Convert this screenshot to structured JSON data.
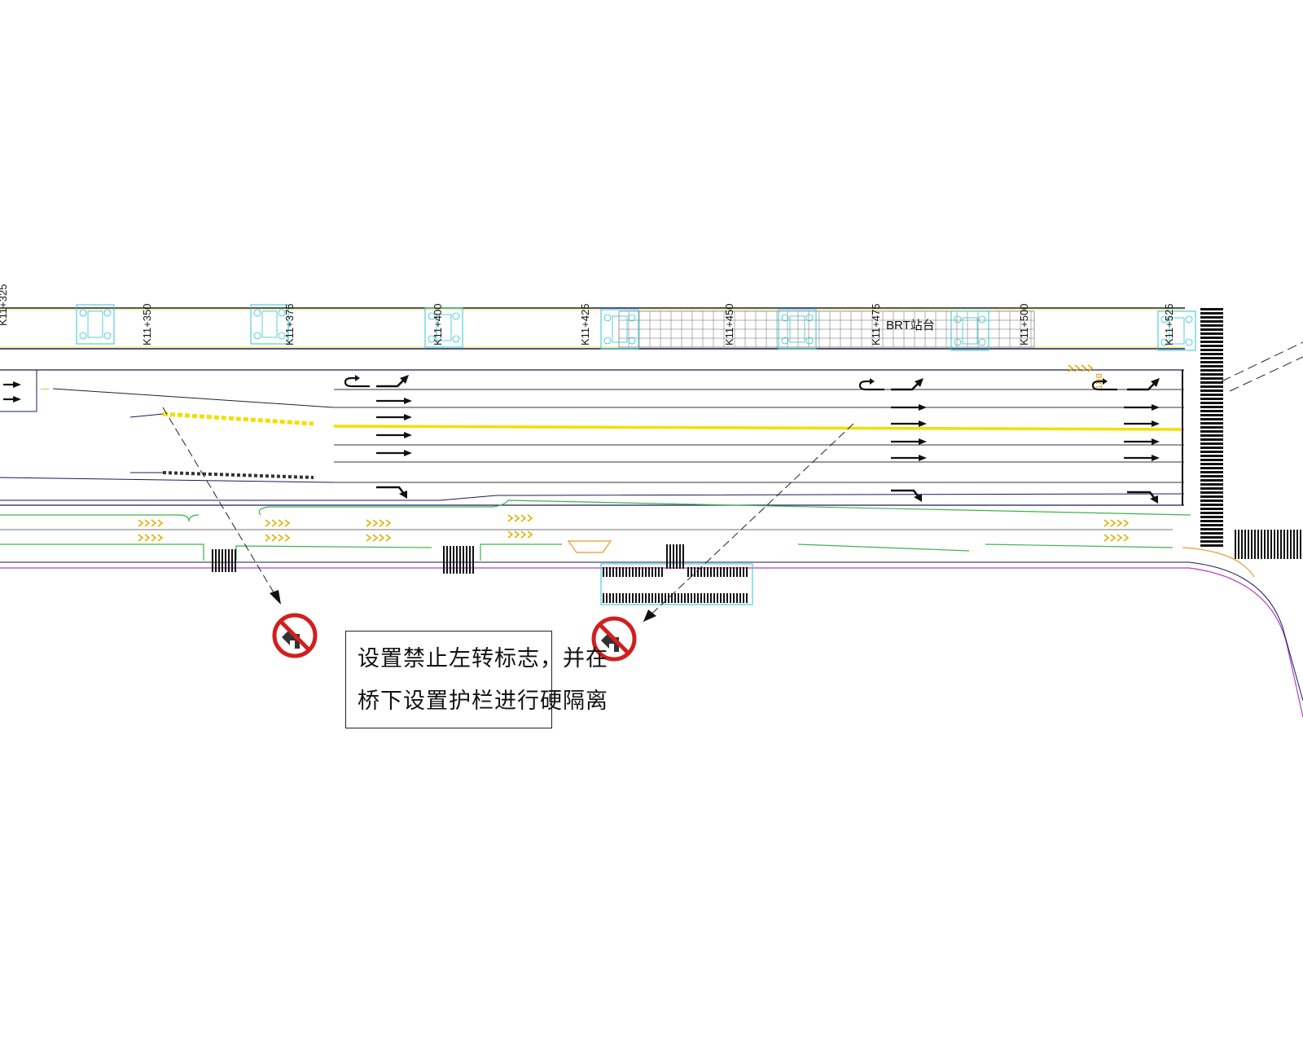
{
  "stations": [
    "K11+325",
    "K11+350",
    "K11+375",
    "K11+400",
    "K11+425",
    "K11+450",
    "K11+475",
    "K11+500",
    "K11+525"
  ],
  "brt_label": "BRT站台",
  "brt_small": "BRT",
  "dash_label": "—",
  "annotation": {
    "line1": "设置禁止左转标志，并在",
    "line2": "桥下设置护栏进行硬隔离"
  },
  "signs": [
    "no-left-turn",
    "no-left-turn"
  ],
  "colors": {
    "line": "#1a1a5a",
    "yellow": "#f2df00",
    "green": "#3cb34a",
    "cyan": "#2ec4d6",
    "magenta": "#b040c0",
    "orange": "#e89a2a",
    "sign_red": "#d11f1f"
  }
}
